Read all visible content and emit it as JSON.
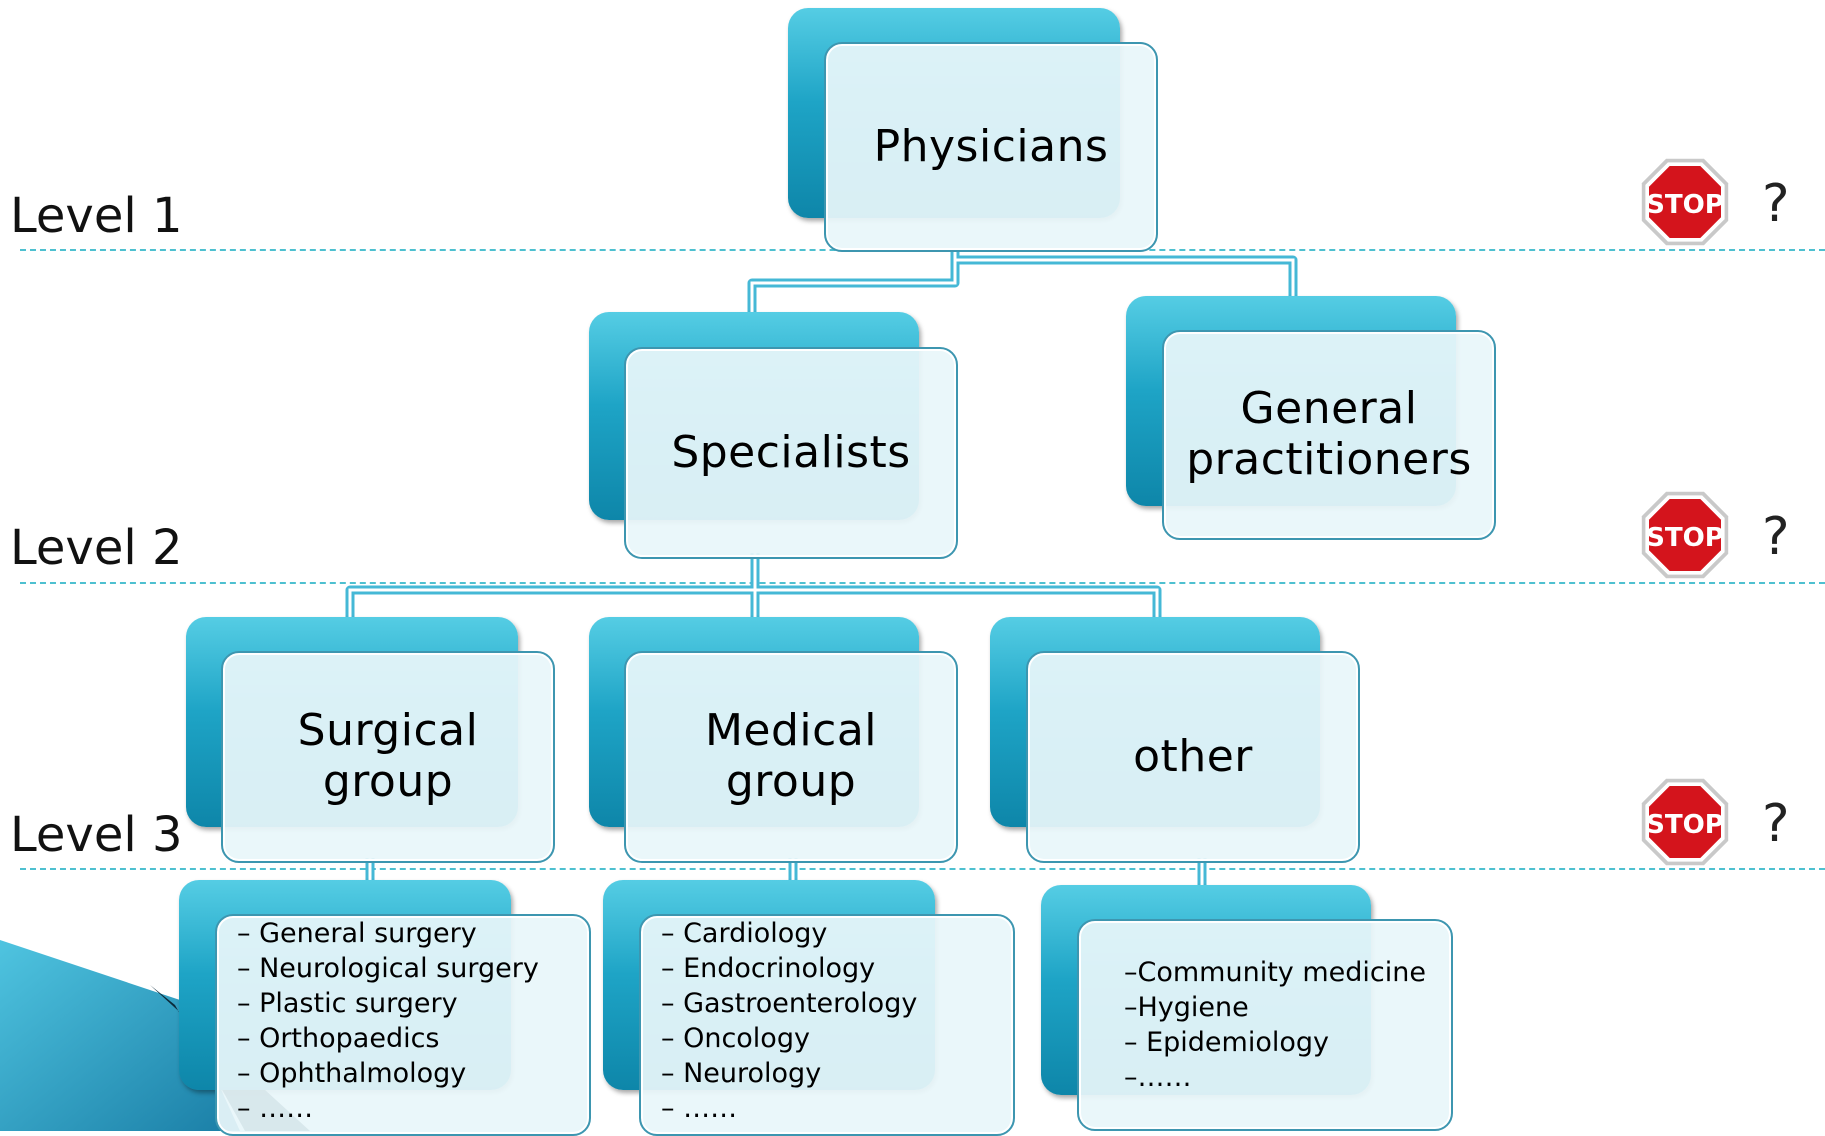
{
  "levels": [
    "Level 1",
    "Level 2",
    "Level 3"
  ],
  "nodes": {
    "root": "Physicians",
    "specialists": "Specialists",
    "general_practitioners": "General\npractitioners",
    "surgical_group": "Surgical\ngroup",
    "medical_group": "Medical\ngroup",
    "other": "other"
  },
  "lists": {
    "surgical": [
      "– General surgery",
      "– Neurological surgery",
      "– Plastic surgery",
      "– Orthopaedics",
      "– Ophthalmology",
      "– ……"
    ],
    "medical": [
      "– Cardiology",
      "– Endocrinology",
      "– Gastroenterology",
      "– Oncology",
      "– Neurology",
      "– ……"
    ],
    "other": [
      "–Community medicine",
      "–Hygiene",
      "– Epidemiology",
      "–……"
    ]
  },
  "stop_signs": [
    "STOP",
    "STOP",
    "STOP"
  ],
  "question_marks": [
    "?",
    "?",
    "?"
  ],
  "colors": {
    "box_gradient_top": "#55cde4",
    "box_gradient_bottom": "#0e86a9",
    "box_front": "#e8f6fa",
    "dashed_line": "#4ec0d0",
    "stop_red": "#d4141c"
  }
}
